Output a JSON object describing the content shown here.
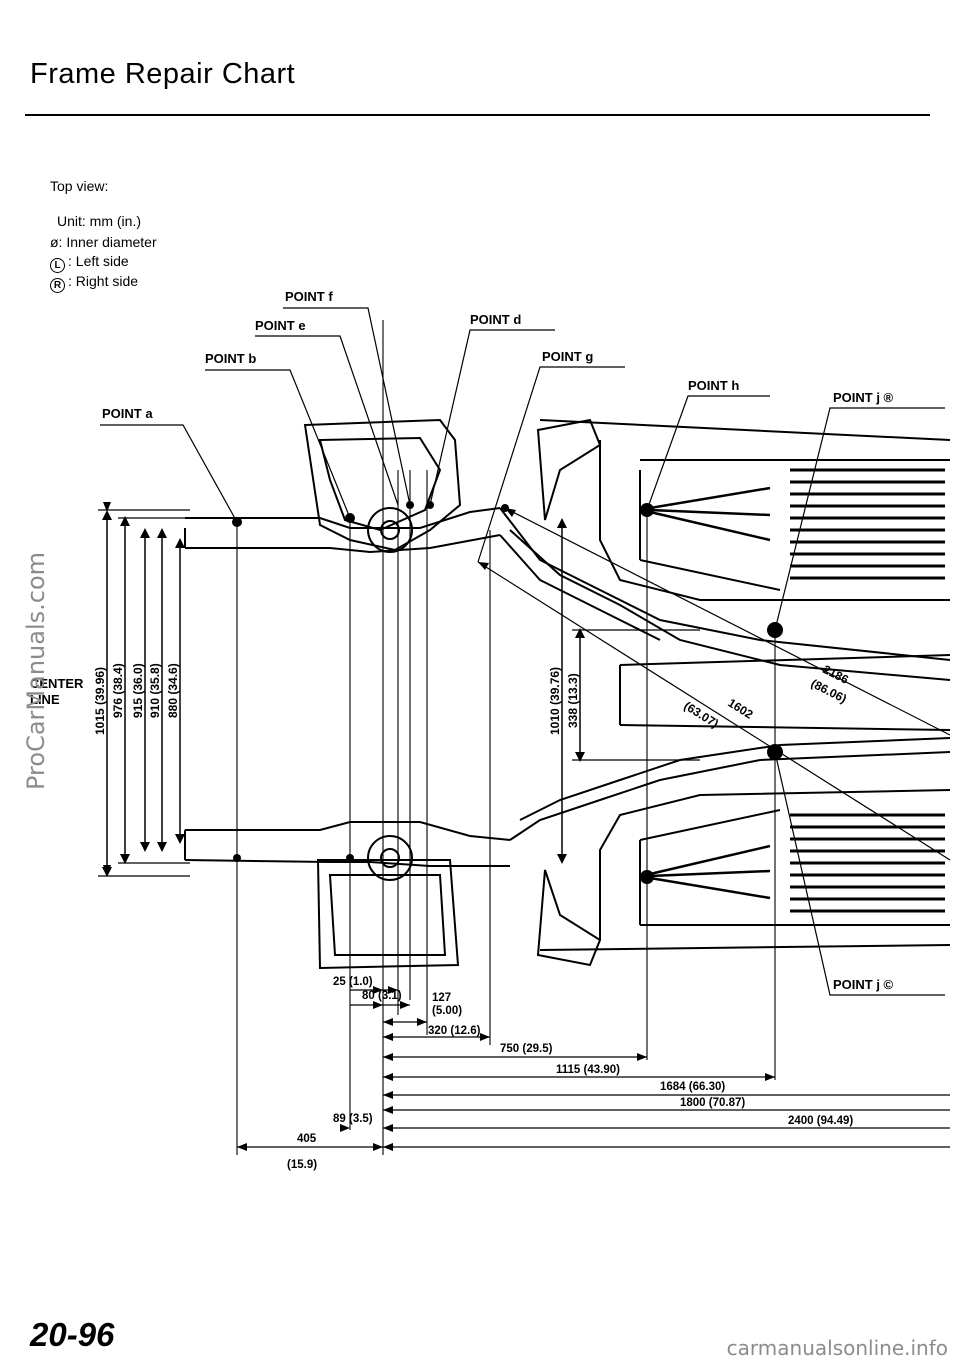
{
  "page": {
    "title": "Frame Repair Chart",
    "page_number": "20-96"
  },
  "legend": {
    "view": "Top view:",
    "unit": "Unit: mm (in.)",
    "diameter": "ø: Inner diameter",
    "left_symbol": "L",
    "left_text": ": Left side",
    "right_symbol": "R",
    "right_text": ": Right side"
  },
  "points": {
    "a": "POINT a",
    "b": "POINT b",
    "d": "POINT d",
    "e": "POINT e",
    "f": "POINT f",
    "g": "POINT g",
    "h": "POINT h",
    "jR": "POINT j ®",
    "jL": "POINT j ©"
  },
  "center_line": [
    "CENTER",
    "LINE"
  ],
  "vertical_dims": {
    "d1015": "1015 (39.96)",
    "d976": "976 (38.4)",
    "d915": "915 (36.0)",
    "d910": "910 (35.8)",
    "d880": "880 (34.6)",
    "d1010": "1010 (39.76)",
    "d338": "338 (13.3)"
  },
  "diagonal_dims": {
    "d2186": "2186",
    "d2186_in": "(86.06)",
    "d1602": "1602",
    "d1602_in": "(63.07)"
  },
  "horizontal_dims": {
    "d25": "25 (1.0)",
    "d80": "80 (3.1)",
    "d127": "127",
    "d127_in": "(5.00)",
    "d320": "320 (12.6)",
    "d750": "750 (29.5)",
    "d1115": "1115 (43.90)",
    "d1684": "1684 (66.30)",
    "d1800": "1800 (70.87)",
    "d2400": "2400 (94.49)",
    "d89": "89 (3.5)",
    "d405": "405",
    "d405_in": "(15.9)"
  },
  "watermarks": {
    "side": "ProCarManuals.com",
    "bottom": "carmanualsonline.info"
  }
}
